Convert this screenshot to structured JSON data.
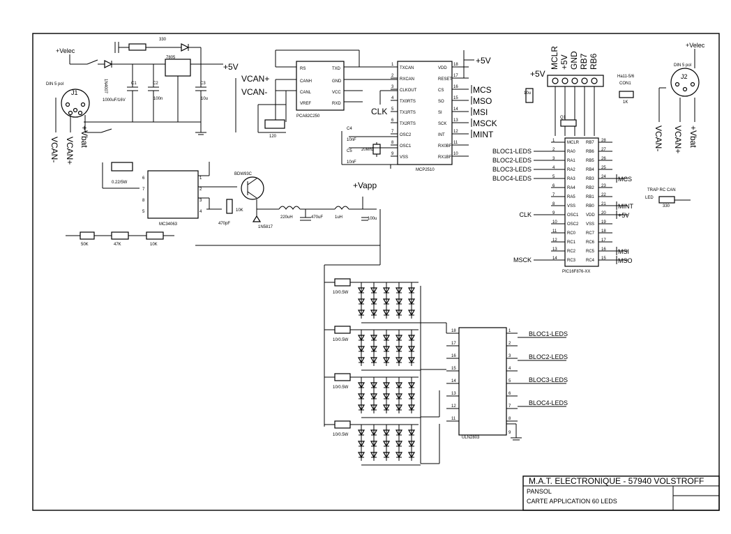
{
  "title_block": {
    "company": "M.A.T. ELECTRONIQUE - 57940 VOLSTROFF",
    "project": "PANSOL",
    "description": "CARTE APPLICATION 60 LEDS"
  },
  "connectors": {
    "j1": {
      "ref": "J1",
      "type": "DIN 5 pol",
      "pins": [
        "VCAN-",
        "VCAN+",
        "+Vbat"
      ],
      "supply": "+Velec"
    },
    "j2": {
      "ref": "J2",
      "type": "DIN 5 pol",
      "pins": [
        "VCAN-",
        "VCAN+",
        "+Vbat"
      ],
      "supply": "+Velec"
    },
    "icsp": {
      "ref": "CON1",
      "part": "Ha11-5/6",
      "pins": [
        "MCLR",
        "+5V",
        "GND",
        "RB7",
        "RB6"
      ]
    }
  },
  "power": {
    "regulator": "7805",
    "c1": "C1",
    "c1_value": "1000uF/16V",
    "c2": "C2",
    "c2_value": "100n",
    "c3": "C3",
    "c3_value": "10u",
    "diode": "1N4007",
    "res_led": "330",
    "vcc": "+5V",
    "vapp": "+Vapp",
    "converter": "MC34063",
    "transistor": "BDW93C",
    "schottky": "1N5817",
    "inductor": "220uH",
    "inductor2": "1uH",
    "cap_out": "470uF",
    "cap_out2": "100u",
    "cap_timing": "470pF",
    "rsense": "0.22/5W",
    "r10k": "10K",
    "r47k": "47K",
    "r10k_b": "10K",
    "pot": "50K"
  },
  "can": {
    "transceiver": "PCA82C250",
    "controller": "MCP2510",
    "bus_high": "VCAN+",
    "bus_low": "VCAN-",
    "term": "120",
    "clk": "CLK",
    "crystal": "20Mhz",
    "c4": "C4",
    "c4_value": "10nF",
    "c5": "C5",
    "c5_value": "10nF",
    "pins_left": [
      {
        "n": "1",
        "name": "TXCAN"
      },
      {
        "n": "2",
        "name": "RXCAN"
      },
      {
        "n": "3",
        "name": "CLKOUT"
      },
      {
        "n": "4",
        "name": "TX0RTS"
      },
      {
        "n": "5",
        "name": "TX1RTS"
      },
      {
        "n": "6",
        "name": "TX2RTS"
      },
      {
        "n": "7",
        "name": "OSC2"
      },
      {
        "n": "8",
        "name": "OSC1"
      },
      {
        "n": "9",
        "name": "VSS"
      }
    ],
    "pins_right": [
      {
        "n": "18",
        "name": "VDD"
      },
      {
        "n": "17",
        "name": "RESET"
      },
      {
        "n": "16",
        "name": "CS",
        "net": "MCS"
      },
      {
        "n": "15",
        "name": "SO",
        "net": "MSO"
      },
      {
        "n": "14",
        "name": "SI",
        "net": "MSI"
      },
      {
        "n": "13",
        "name": "SCK",
        "net": "MSCK"
      },
      {
        "n": "12",
        "name": "INT",
        "net": "MINT"
      },
      {
        "n": "11",
        "name": "RX0BF"
      },
      {
        "n": "10",
        "name": "RX1BF"
      }
    ]
  },
  "mcu": {
    "part": "PIC16F876-XX",
    "left_pins": [
      {
        "n": "1",
        "name": "MCLR"
      },
      {
        "n": "2",
        "name": "RA0",
        "net": "BLOC1-LEDS"
      },
      {
        "n": "3",
        "name": "RA1",
        "net": "BLOC2-LEDS"
      },
      {
        "n": "4",
        "name": "RA2",
        "net": "BLOC3-LEDS"
      },
      {
        "n": "5",
        "name": "RA3",
        "net": "BLOC4-LEDS"
      },
      {
        "n": "6",
        "name": "RA4"
      },
      {
        "n": "7",
        "name": "RA5"
      },
      {
        "n": "8",
        "name": "VSS"
      },
      {
        "n": "9",
        "name": "OSC1",
        "net": "CLK"
      },
      {
        "n": "10",
        "name": "OSC2"
      },
      {
        "n": "11",
        "name": "RC0"
      },
      {
        "n": "12",
        "name": "RC1"
      },
      {
        "n": "13",
        "name": "RC2"
      },
      {
        "n": "14",
        "name": "RC3",
        "net": "MSCK"
      }
    ],
    "right_pins": [
      {
        "n": "28",
        "name": "RB7"
      },
      {
        "n": "27",
        "name": "RB6"
      },
      {
        "n": "26",
        "name": "RB5"
      },
      {
        "n": "25",
        "name": "RB4"
      },
      {
        "n": "24",
        "name": "RB3",
        "net": "MCS"
      },
      {
        "n": "23",
        "name": "RB2"
      },
      {
        "n": "22",
        "name": "RB1"
      },
      {
        "n": "21",
        "name": "RB0",
        "net": "MINT"
      },
      {
        "n": "20",
        "name": "VDD",
        "net": "+5V"
      },
      {
        "n": "19",
        "name": "VSS"
      },
      {
        "n": "18",
        "name": "RC7"
      },
      {
        "n": "17",
        "name": "RC6"
      },
      {
        "n": "16",
        "name": "RC5",
        "net": "MSI"
      },
      {
        "n": "15",
        "name": "RC4",
        "net": "MSO"
      }
    ],
    "r1k": "1K",
    "reset_cap": "10u",
    "q1": "Q1",
    "led_debug": "LED",
    "r330": "330",
    "trap_label": "TRAP RC CAN",
    "mcs_label": "MCS"
  },
  "driver": {
    "part": "ULN2803",
    "outputs": [
      "BLOC1-LEDS",
      "BLOC2-LEDS",
      "BLOC3-LEDS",
      "BLOC4-LEDS"
    ],
    "in_pins": [
      "1",
      "2",
      "3",
      "4",
      "5",
      "6",
      "7",
      "8"
    ],
    "out_pins": [
      "18",
      "17",
      "16",
      "15",
      "14",
      "13",
      "12",
      "11"
    ],
    "gnd_pin": "9"
  },
  "leds": {
    "resistor": "10/0.5W",
    "groups": 4,
    "rows_per_group": 3,
    "cols": 5
  }
}
